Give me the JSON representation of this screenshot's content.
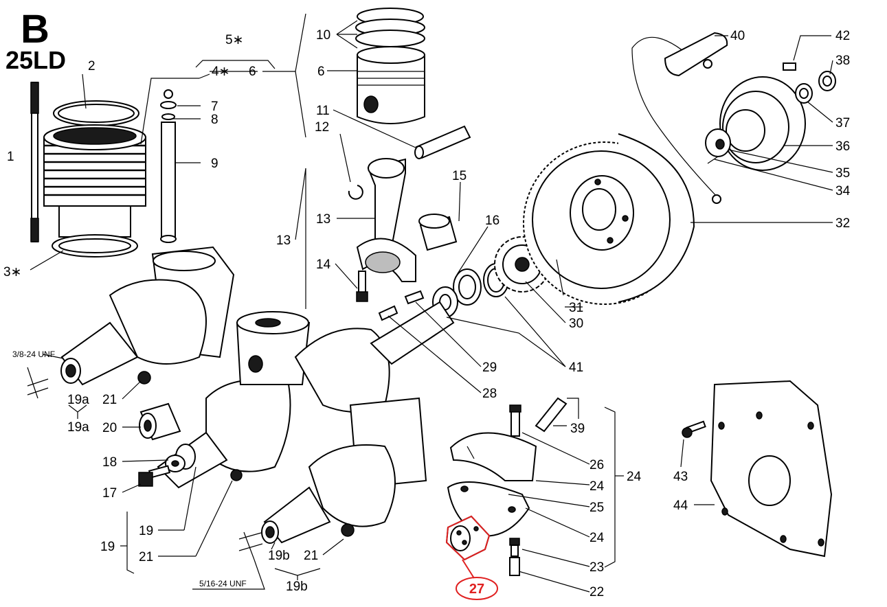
{
  "header": {
    "letter": "B",
    "model": "25LD"
  },
  "threads": {
    "top": "3/8-24 UNF",
    "bottom": "5/16-24 UNF"
  },
  "callouts": {
    "c1": "1",
    "c2": "2",
    "c3": "3∗",
    "c4": "4∗",
    "c5": "5∗",
    "c6a": "6",
    "c6b": "6",
    "c7": "7",
    "c8": "8",
    "c9": "9",
    "c10": "10",
    "c11": "11",
    "c12": "12",
    "c13a": "13",
    "c13b": "13",
    "c14": "14",
    "c15": "15",
    "c16": "16",
    "c17": "17",
    "c18": "18",
    "c19a": "19",
    "c19b": "19",
    "c19a_1": "19a",
    "c19a_2": "19a",
    "c19b_1": "19b",
    "c19b_2": "19b",
    "c20": "20",
    "c21a": "21",
    "c21b": "21",
    "c21c": "21",
    "c22": "22",
    "c23": "23",
    "c24a": "24",
    "c24b": "24",
    "c24c": "24",
    "c25": "25",
    "c26": "26",
    "c27": "27",
    "c28": "28",
    "c29": "29",
    "c30": "30",
    "c31": "31",
    "c32": "32",
    "c34": "34",
    "c35": "35",
    "c36": "36",
    "c37": "37",
    "c38": "38",
    "c39": "39",
    "c40": "40",
    "c41": "41",
    "c42": "42",
    "c43": "43",
    "c44": "44"
  },
  "highlight": {
    "part": "27",
    "color": "#e02020"
  }
}
